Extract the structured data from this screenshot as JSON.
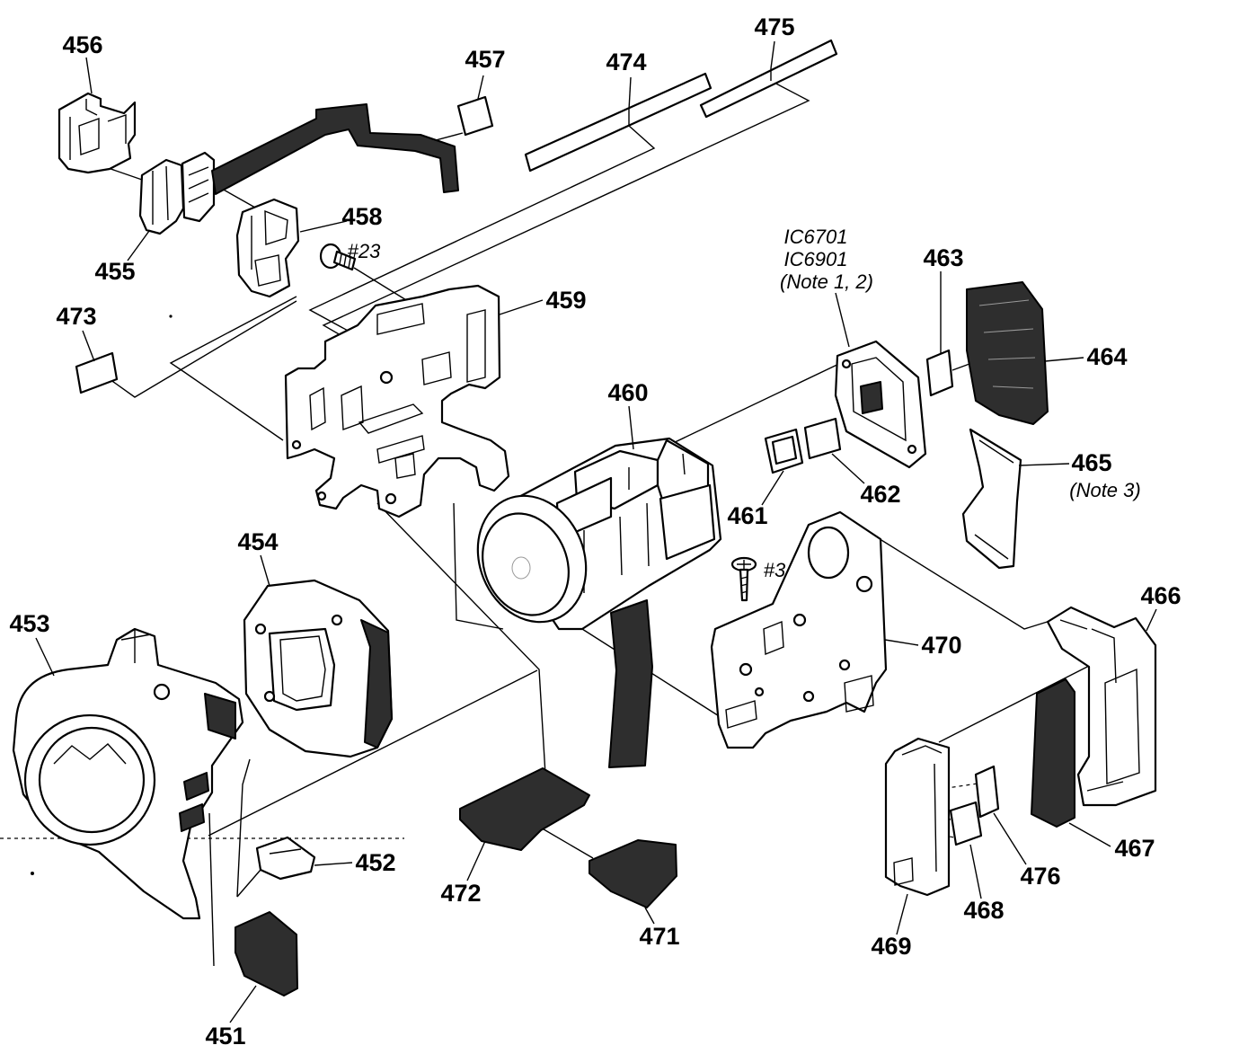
{
  "labels": {
    "p451": "451",
    "p452": "452",
    "p453": "453",
    "p454": "454",
    "p455": "455",
    "p456": "456",
    "p457": "457",
    "p458": "458",
    "p459": "459",
    "p460": "460",
    "p461": "461",
    "p462": "462",
    "p463": "463",
    "p464": "464",
    "p465": "465",
    "p466": "466",
    "p467": "467",
    "p468": "468",
    "p469": "469",
    "p470": "470",
    "p471": "471",
    "p472": "472",
    "p473": "473",
    "p474": "474",
    "p475": "475",
    "p476": "476"
  },
  "screws": {
    "s23": "#23",
    "s3": "#3"
  },
  "ic": {
    "line1": "IC6701",
    "line2": "IC6901",
    "note": "(Note 1, 2)"
  },
  "notes": {
    "p465": "(Note 3)"
  },
  "colors": {
    "ink": "#000000",
    "paper": "#ffffff",
    "dark_fill": "#2e2e2e"
  }
}
